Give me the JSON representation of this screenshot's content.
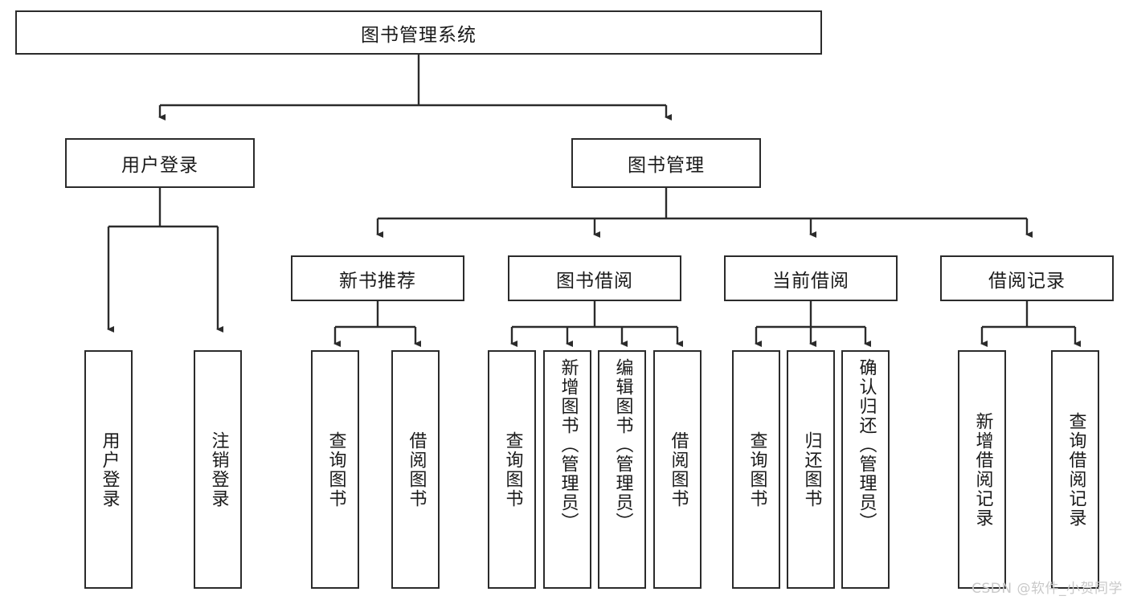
{
  "diagram": {
    "title": "图书管理系统",
    "type": "tree-hierarchy",
    "orientation": "top-down",
    "colors": {
      "box_border": "#2b2b2b",
      "box_fill": "#ffffff",
      "edge": "#2b2b2b",
      "text": "#1a1a1a",
      "watermark": "#c9c9c9",
      "background": "#ffffff"
    },
    "watermark": "CSDN @软件_小贺同学"
  },
  "nodes": {
    "root": {
      "label": "图书管理系统"
    },
    "level1": [
      {
        "label": "用户登录"
      },
      {
        "label": "图书管理"
      }
    ],
    "level2": [
      {
        "label": "新书推荐"
      },
      {
        "label": "图书借阅"
      },
      {
        "label": "当前借阅"
      },
      {
        "label": "借阅记录"
      }
    ],
    "leaves": {
      "user_login": [
        {
          "label": "用户登录"
        },
        {
          "label": "注销登录"
        }
      ],
      "new_book_recommend": [
        {
          "label": "查询图书"
        },
        {
          "label": "借阅图书"
        }
      ],
      "book_borrow": [
        {
          "label": "查询图书"
        },
        {
          "label": "新增图书（管理员）"
        },
        {
          "label": "编辑图书（管理员）"
        },
        {
          "label": "借阅图书"
        }
      ],
      "current_borrow": [
        {
          "label": "查询图书"
        },
        {
          "label": "归还图书"
        },
        {
          "label": "确认归还（管理员）"
        }
      ],
      "borrow_record": [
        {
          "label": "新增借阅记录"
        },
        {
          "label": "查询借阅记录"
        }
      ]
    }
  }
}
